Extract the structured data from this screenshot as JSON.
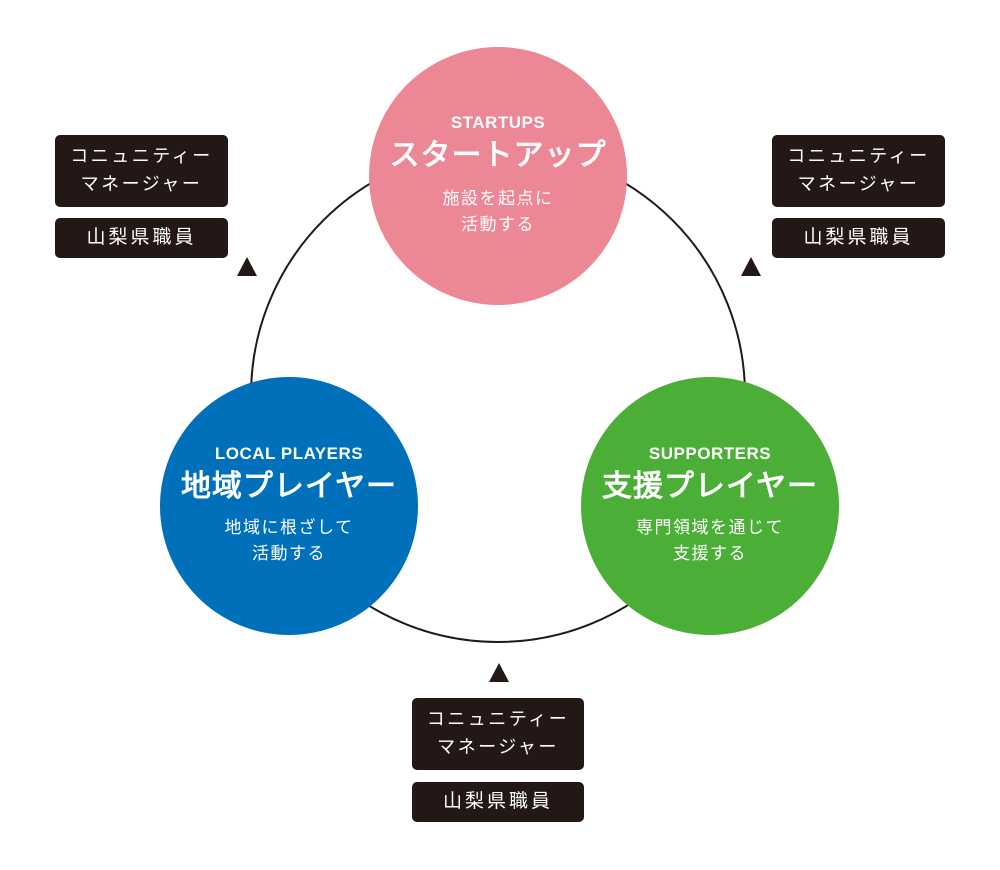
{
  "colors": {
    "startups": "#EC8795",
    "local_players": "#0070BA",
    "supporters": "#4BAF37",
    "box": "#231815",
    "ring": "#231815"
  },
  "nodes": {
    "startups": {
      "en": "STARTUPS",
      "jp": "スタートアップ",
      "desc_line1": "施設を起点に",
      "desc_line2": "活動する"
    },
    "local_players": {
      "en": "LOCAL PLAYERS",
      "jp": "地域プレイヤー",
      "desc_line1": "地域に根ざして",
      "desc_line2": "活動する"
    },
    "supporters": {
      "en": "SUPPORTERS",
      "jp": "支援プレイヤー",
      "desc_line1": "専門領域を通じて",
      "desc_line2": "支援する"
    }
  },
  "connectors": [
    {
      "between": "startups-local_players",
      "role_line1": "コニュニティー",
      "role_line2": "マネージャー",
      "org": "山梨県職員"
    },
    {
      "between": "startups-supporters",
      "role_line1": "コニュニティー",
      "role_line2": "マネージャー",
      "org": "山梨県職員"
    },
    {
      "between": "local_players-supporters",
      "role_line1": "コニュニティー",
      "role_line2": "マネージャー",
      "org": "山梨県職員"
    }
  ]
}
